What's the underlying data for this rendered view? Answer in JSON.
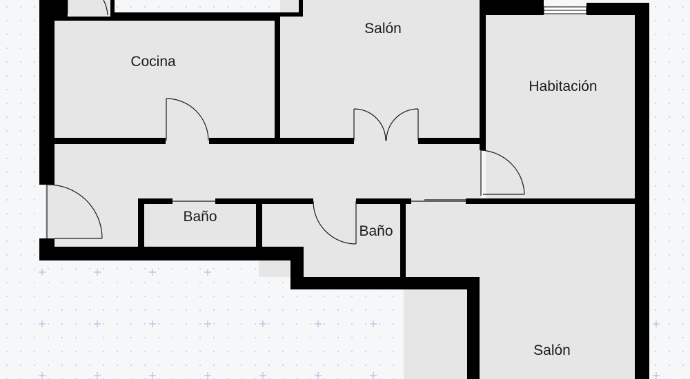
{
  "floorplan": {
    "rooms": [
      {
        "id": "cocina",
        "label": "Cocina"
      },
      {
        "id": "salon-top",
        "label": "Salón"
      },
      {
        "id": "habitacion",
        "label": "Habitación"
      },
      {
        "id": "bano-left",
        "label": "Baño"
      },
      {
        "id": "bano-right",
        "label": "Baño"
      },
      {
        "id": "salon-bottom",
        "label": "Salón"
      }
    ],
    "colors": {
      "wall": "#000000",
      "floor": "#e6e6e6",
      "background": "#f6f7f8",
      "grid_dot": "#c9d4e0",
      "grid_plus": "#a9c4e2",
      "door_line": "#1a1a1a"
    }
  }
}
